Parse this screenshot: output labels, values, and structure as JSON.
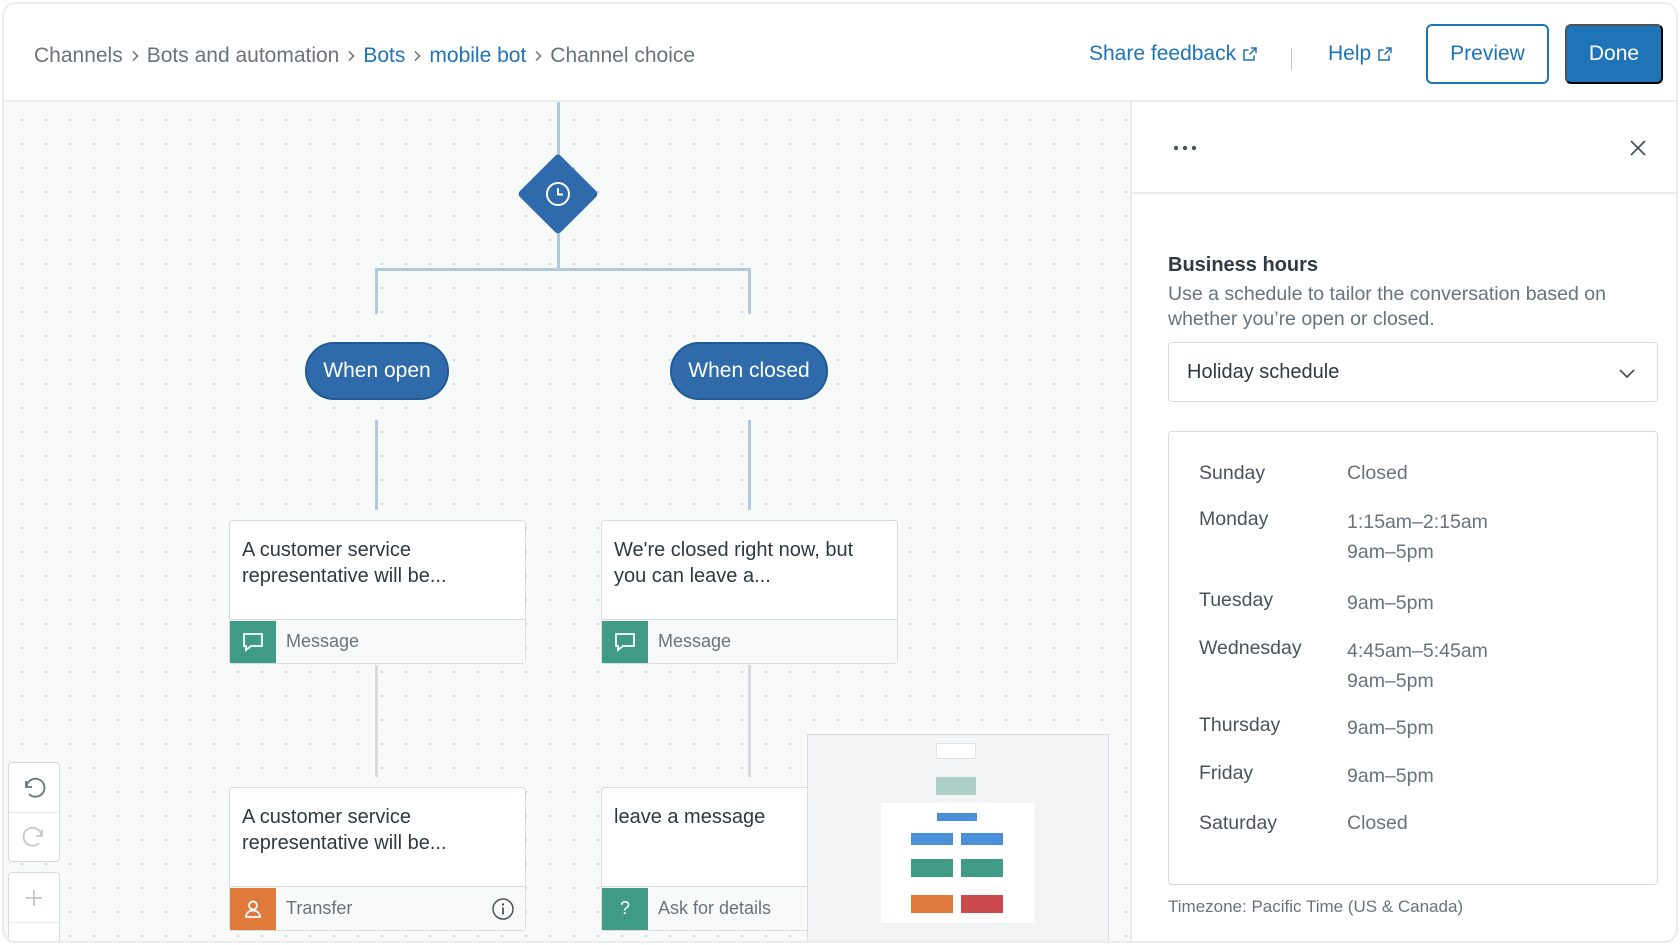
{
  "breadcrumb": {
    "items": [
      {
        "label": "Channels",
        "type": "plain"
      },
      {
        "label": "Bots and automation",
        "type": "plain"
      },
      {
        "label": "Bots",
        "type": "link"
      },
      {
        "label": "mobile bot",
        "type": "link"
      },
      {
        "label": "Channel choice",
        "type": "current"
      }
    ]
  },
  "header": {
    "share_feedback": "Share feedback",
    "help": "Help",
    "preview": "Preview",
    "done": "Done"
  },
  "flow": {
    "branch_open": "When open",
    "branch_closed": "When closed",
    "nodes": [
      {
        "text": "A customer service representative will be...",
        "type": "Message"
      },
      {
        "text": "We're closed right now, but you can leave a...",
        "type": "Message"
      },
      {
        "text": "A customer service representative will be...",
        "type": "Transfer"
      },
      {
        "text": "leave a message",
        "type": "Ask for details"
      }
    ]
  },
  "panel": {
    "title": "Business hours",
    "description": "Use a schedule to tailor the conversation based on whether you’re open or closed.",
    "schedule_select": "Holiday schedule",
    "schedule": [
      {
        "day": "Sunday",
        "times": "Closed"
      },
      {
        "day": "Monday",
        "times": "1:15am–2:15am\n9am–5pm"
      },
      {
        "day": "Tuesday",
        "times": "9am–5pm"
      },
      {
        "day": "Wednesday",
        "times": "4:45am–5:45am\n9am–5pm"
      },
      {
        "day": "Thursday",
        "times": "9am–5pm"
      },
      {
        "day": "Friday",
        "times": "9am–5pm"
      },
      {
        "day": "Saturday",
        "times": "Closed"
      }
    ],
    "timezone": "Timezone: Pacific Time (US & Canada)"
  },
  "colors": {
    "accent": "#1f73b7",
    "node_blue": "#2f6bab",
    "message_green": "#3f9a86",
    "transfer_orange": "#e07a3b"
  }
}
